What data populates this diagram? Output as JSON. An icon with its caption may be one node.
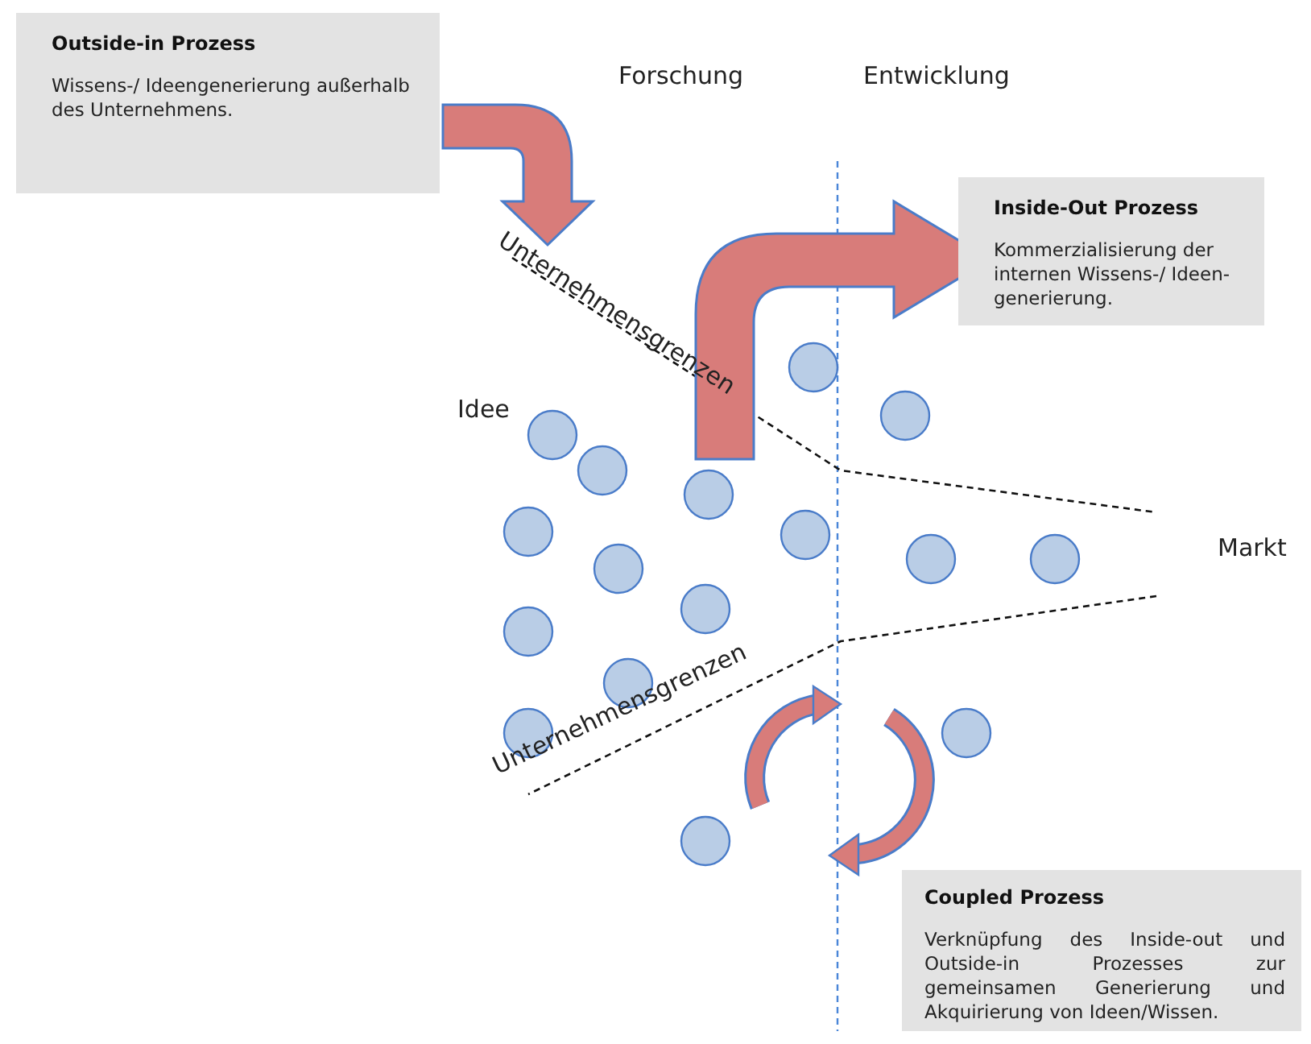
{
  "diagram": {
    "nodes": [
      {
        "text": [
          "Outside-in Prozess",
          "Wissens-/ Ideengenerierung außerhalb des Unternehmens."
        ]
      },
      {
        "text": [
          "Inside-Out Prozess",
          "Kommerzialisierung der internen Wissens-/ Ideen-generierung."
        ]
      },
      {
        "text": [
          "Coupled Prozess",
          "Verknüpfung des Inside-out und Outside-in Prozesses zur gemeinsamen Generierung und Akquirierung von Ideen/Wissen."
        ]
      }
    ],
    "labels": [
      "Forschung",
      "Entwicklung",
      "Unternehmensgrenzen",
      "Idee",
      "Markt",
      "Unternehmensgrenzen"
    ]
  }
}
